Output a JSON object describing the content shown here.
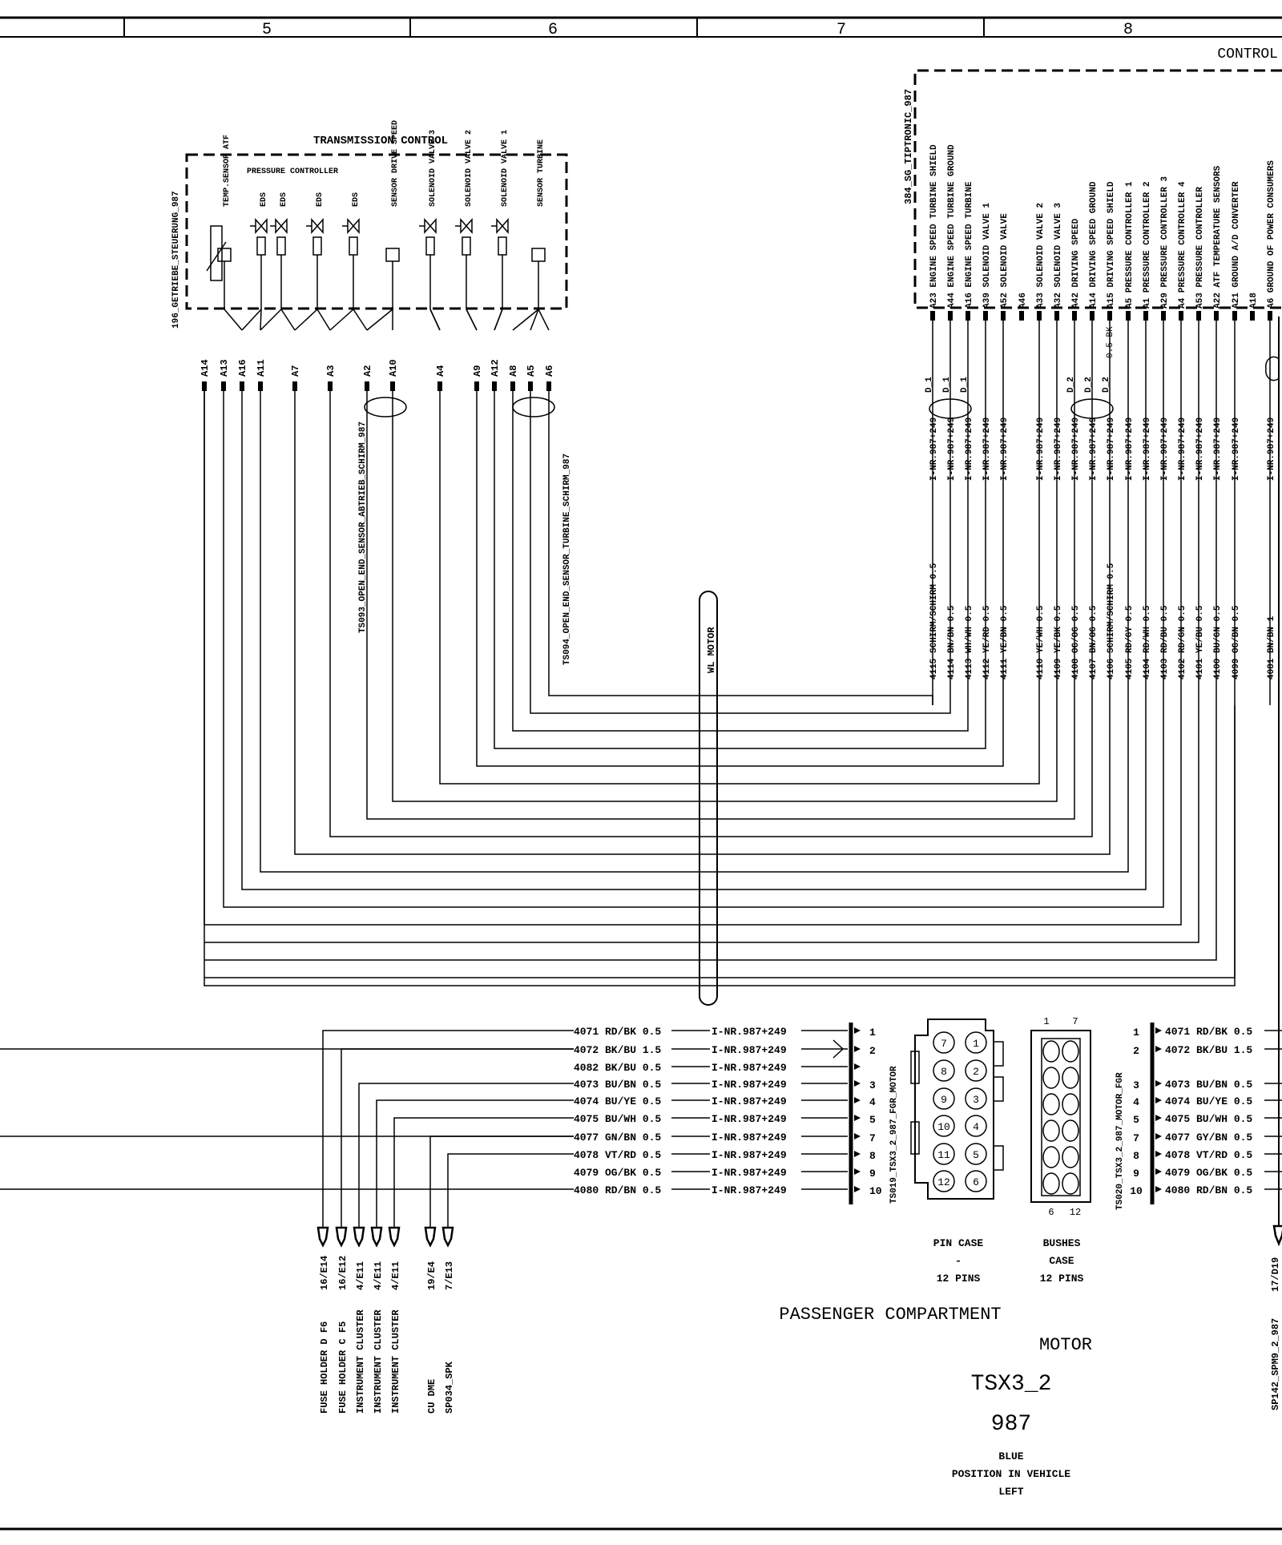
{
  "header": {
    "columns": [
      "5",
      "6",
      "7",
      "8"
    ],
    "corner_label": "CONTROL"
  },
  "tc": {
    "title": "TRANSMISSION CONTROL",
    "side_label": "196_GETRIEBE_STEUERUNG_987",
    "subheader": "PRESSURE CONTROLLER",
    "components": [
      {
        "label": "TEMP.SENSOR ATF",
        "kind": "sensor"
      },
      {
        "label": "EDS",
        "kind": "valve"
      },
      {
        "label": "EDS",
        "kind": "valve"
      },
      {
        "label": "EDS",
        "kind": "valve"
      },
      {
        "label": "EDS",
        "kind": "valve"
      },
      {
        "label": "SENSOR DRIVE SPEED",
        "kind": "sensor"
      },
      {
        "label": "SOLENOID VALVE 3",
        "kind": "valve"
      },
      {
        "label": "SOLENOID VALVE 2",
        "kind": "valve"
      },
      {
        "label": "SOLENOID VALVE 1",
        "kind": "valve"
      },
      {
        "label": "SENSOR TURBINE",
        "kind": "sensor"
      }
    ],
    "pins": [
      "A14",
      "A13",
      "A16",
      "A11",
      "A7",
      "A3",
      "A2",
      "A10",
      "A4",
      "A9",
      "A12",
      "A8",
      "A5",
      "A6"
    ],
    "shield_labels": [
      "TS093_OPEN_END_SENSOR_ABTRIEB_SCHIRM_987",
      "TS094_OPEN_END_SENSOR_TURBINE_SCHIRM_987"
    ]
  },
  "ecu": {
    "label": "384_SG_TIPTRONIC_987",
    "pins": [
      {
        "pin": "A23",
        "func": "ENGINE SPEED TURBINE SHIELD",
        "wire": "4115 SCHIRM/SCHIRM 0.5",
        "conn": "I-NR.987+249",
        "tag": "D_1"
      },
      {
        "pin": "A44",
        "func": "ENGINE SPEED TURBINE GROUND",
        "wire": "4114 BN/BN 0.5",
        "conn": "I-NR.987+249",
        "tag": "D_1"
      },
      {
        "pin": "A16",
        "func": "ENGINE SPEED TURBINE",
        "wire": "4113 WH/WH 0.5",
        "conn": "I-NR.987+249",
        "tag": "D_1"
      },
      {
        "pin": "A39",
        "func": "SOLENOID VALVE 1",
        "wire": "4112 YE/RD 0.5",
        "conn": "I-NR.987+249",
        "tag": ""
      },
      {
        "pin": "A52",
        "func": "SOLENOID VALVE",
        "wire": "4111 YE/BN 0.5",
        "conn": "I-NR.987+249",
        "tag": ""
      },
      {
        "pin": "A46",
        "func": "",
        "wire": "",
        "conn": "",
        "tag": ""
      },
      {
        "pin": "A33",
        "func": "SOLENOID VALVE 2",
        "wire": "4110 YE/WH 0.5",
        "conn": "I-NR.987+249",
        "tag": ""
      },
      {
        "pin": "A32",
        "func": "SOLENOID VALVE 3",
        "wire": "4109 YE/BK 0.5",
        "conn": "I-NR.987+249",
        "tag": ""
      },
      {
        "pin": "A42",
        "func": "DRIVING SPEED",
        "wire": "4108 OG/OG 0.5",
        "conn": "I-NR.987+249",
        "tag": "D_2"
      },
      {
        "pin": "A14",
        "func": "DRIVING SPEED GROUND",
        "wire": "4107 BN/OG 0.5",
        "conn": "I-NR.987+249",
        "tag": "D_2"
      },
      {
        "pin": "A15",
        "func": "DRIVING SPEED SHIELD",
        "wire": "4106 SCHIRM/SCHIRM 0.5",
        "conn": "I-NR.987+249",
        "tag": "D_2"
      },
      {
        "pin": "A5",
        "func": "PRESSURE CONTROLLER 1",
        "wire": "4105 RD/GY 0.5",
        "conn": "I-NR.987+249",
        "tag": ""
      },
      {
        "pin": "A1",
        "func": "PRESSURE CONTROLLER 2",
        "wire": "4104 RD/WH 0.5",
        "conn": "I-NR.987+249",
        "tag": ""
      },
      {
        "pin": "A29",
        "func": "PRESSURE CONTROLLER 3",
        "wire": "4103 RD/BU 0.5",
        "conn": "I-NR.987+249",
        "tag": ""
      },
      {
        "pin": "A4",
        "func": "PRESSURE CONTROLLER 4",
        "wire": "4102 RD/GN 0.5",
        "conn": "I-NR.987+249",
        "tag": ""
      },
      {
        "pin": "A53",
        "func": "PRESSURE CONTROLLER",
        "wire": "4101 YE/BU 0.5",
        "conn": "I-NR.987+249",
        "tag": ""
      },
      {
        "pin": "A22",
        "func": "ATF TEMPERATURE SENSORS",
        "wire": "4100 BU/GN 0.5",
        "conn": "I-NR.987+249",
        "tag": ""
      },
      {
        "pin": "A21",
        "func": "GROUND A/D CONVERTER",
        "wire": "4099 OG/BN 0.5",
        "conn": "I-NR.987+249",
        "tag": ""
      },
      {
        "pin": "A18",
        "func": "",
        "wire": "",
        "conn": "",
        "tag": ""
      },
      {
        "pin": "A6",
        "func": "GROUND OF POWER CONSUMERS",
        "wire": "4081 BN/BN 1",
        "conn": "I-NR.987+249",
        "tag": ""
      }
    ],
    "small_label": "0.5 BK"
  },
  "harness_label": "WL MOTOR",
  "left_connector": {
    "label": "TS019_TSX3_2_987_FGR_MOTOR",
    "rows": [
      {
        "wire": "4071 RD/BK 0.5",
        "conn": "I-NR.987+249",
        "pin": "1"
      },
      {
        "wire": "4072 BK/BU 1.5",
        "conn": "I-NR.987+249",
        "pin": "2"
      },
      {
        "wire": "4082 BK/BU 0.5",
        "conn": "I-NR.987+249",
        "pin": ""
      },
      {
        "wire": "4073 BU/BN 0.5",
        "conn": "I-NR.987+249",
        "pin": "3"
      },
      {
        "wire": "4074 BU/YE 0.5",
        "conn": "I-NR.987+249",
        "pin": "4"
      },
      {
        "wire": "4075 BU/WH 0.5",
        "conn": "I-NR.987+249",
        "pin": "5"
      },
      {
        "wire": "4077 GN/BN 0.5",
        "conn": "I-NR.987+249",
        "pin": "7"
      },
      {
        "wire": "4078 VT/RD 0.5",
        "conn": "I-NR.987+249",
        "pin": "8"
      },
      {
        "wire": "4079 OG/BK 0.5",
        "conn": "I-NR.987+249",
        "pin": "9"
      },
      {
        "wire": "4080 RD/BN 0.5",
        "conn": "I-NR.987+249",
        "pin": "10"
      }
    ]
  },
  "right_connector": {
    "label": "TS020_TSX3_2_987_MOTOR_FGR",
    "rows": [
      {
        "pin": "1",
        "wire": "4071 RD/BK 0.5"
      },
      {
        "pin": "2",
        "wire": "4072 BK/BU 1.5"
      },
      {
        "pin": "3",
        "wire": "4073 BU/BN 0.5"
      },
      {
        "pin": "4",
        "wire": "4074 BU/YE 0.5"
      },
      {
        "pin": "5",
        "wire": "4075 BU/WH 0.5"
      },
      {
        "pin": "7",
        "wire": "4077 GY/BN 0.5"
      },
      {
        "pin": "8",
        "wire": "4078 VT/RD 0.5"
      },
      {
        "pin": "9",
        "wire": "4079 OG/BK 0.5"
      },
      {
        "pin": "10",
        "wire": "4080 RD/BN 0.5"
      }
    ]
  },
  "pin_case": {
    "title1": "PIN CASE",
    "dash": "-",
    "title2": "12 PINS",
    "pin_numbers_left": [
      "7",
      "8",
      "9",
      "10",
      "11",
      "12"
    ],
    "pin_numbers_right": [
      "1",
      "2",
      "3",
      "4",
      "5",
      "6"
    ]
  },
  "bushes_case": {
    "title1": "BUSHES",
    "title2": "CASE",
    "title3": "12 PINS",
    "top_left": "1",
    "top_right": "7",
    "bottom_left": "6",
    "bottom_right": "12"
  },
  "fuses": [
    {
      "ref": "16/E14",
      "name": "FUSE HOLDER D F6"
    },
    {
      "ref": "16/E12",
      "name": "FUSE HOLDER C F5"
    },
    {
      "ref": "4/E11",
      "name": "INSTRUMENT CLUSTER"
    },
    {
      "ref": "4/E11",
      "name": "INSTRUMENT CLUSTER"
    },
    {
      "ref": "4/E11",
      "name": "INSTRUMENT CLUSTER"
    },
    {
      "ref": "19/E4",
      "name": "CU DME"
    },
    {
      "ref": "7/E13",
      "name": "SP034_SPK"
    }
  ],
  "right_ground": {
    "ref": "17/D19",
    "name": "SP142_SPM9_2_987"
  },
  "footer": {
    "area": "PASSENGER COMPARTMENT",
    "area2": "MOTOR",
    "code": "TSX3_2",
    "model": "987",
    "color": "BLUE",
    "pos_label": "POSITION IN VEHICLE",
    "pos_value": "LEFT"
  }
}
